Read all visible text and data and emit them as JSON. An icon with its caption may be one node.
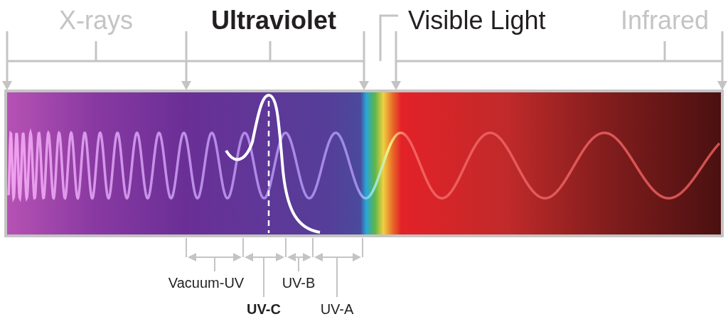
{
  "diagram": {
    "labels": [
      "X-rays",
      "Ultraviolet",
      "Visible Light",
      "Infrared",
      "Vacuum-UV",
      "UV-B",
      "UV-C",
      "UV-A"
    ]
  }
}
